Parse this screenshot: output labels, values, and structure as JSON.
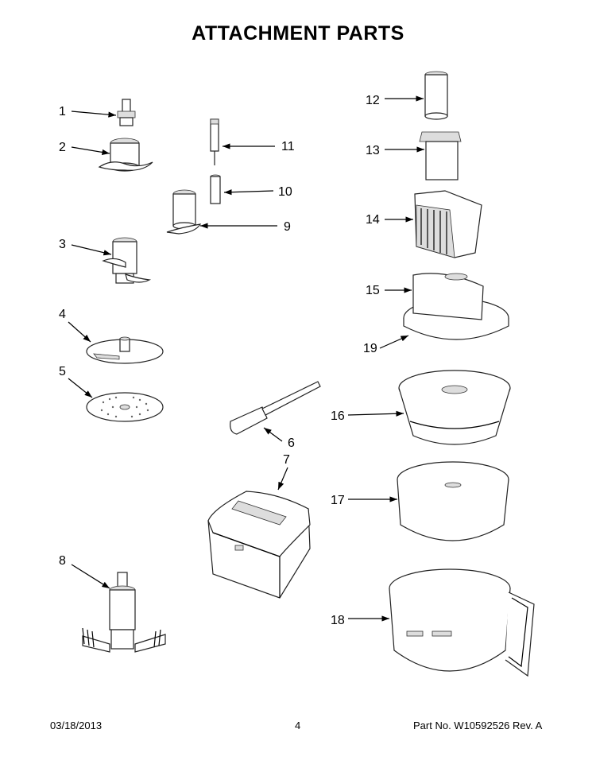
{
  "page": {
    "title": "ATTACHMENT PARTS",
    "footer": {
      "date": "03/18/2013",
      "page_number": "4",
      "part_no": "Part No. W10592526  Rev. A"
    }
  },
  "callouts": {
    "c1": "1",
    "c2": "2",
    "c3": "3",
    "c4": "4",
    "c5": "5",
    "c6": "6",
    "c7": "7",
    "c8": "8",
    "c9": "9",
    "c10": "10",
    "c11": "11",
    "c12": "12",
    "c13": "13",
    "c14": "14",
    "c15": "15",
    "c16": "16",
    "c17": "17",
    "c18": "18",
    "c19": "19"
  }
}
